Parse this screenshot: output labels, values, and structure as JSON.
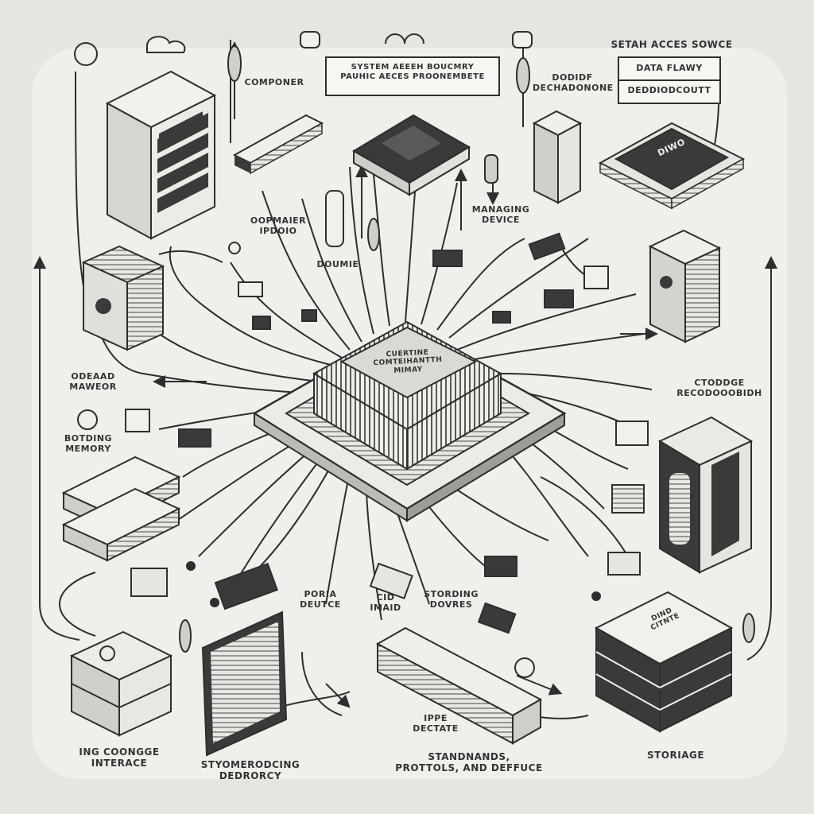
{
  "labels": {
    "top_banner": "SYSTEM AEEEH BOUCMRY\nPAUHIC AECES PROONEMBETE",
    "top_right_title": "SETAH ACCES SOWCE",
    "top_right_box1": "DATA FLAWY",
    "top_right_box2": "DEDDIODCOUTT",
    "top_left_component": "COMPONER",
    "top_center_right": "DODIDF\nDECHADONONE",
    "left_mid_small": "OOPMAIER\nIPDOIO",
    "left_center_small": "DOUMIE",
    "center_right": "MANAGING\nDEVICE",
    "left_side_top": "ODEAAD\nMAWEOR",
    "left_side_bottom": "BOTDING\nMEMORY",
    "right_side": "CTODDGE\nRECODOOOBIDH",
    "center_bottom_left": "PORIA\nDEUTCE",
    "center_bottom_mid": "STORDING\nDOVRES",
    "center_bottom_small": "CID\nIMAID",
    "bottom_center_ip": "IPPE\nDECTATE",
    "bottom_left": "ING COONGGE\nINTERACE",
    "bottom_left_center": "STYOMERODCING\nDEDRORCY",
    "bottom_center": "STANDNANDS,\nPROTTOLS, AND DEFFUCE",
    "bottom_right": "STORIAGE",
    "cpu_chip": "CUERTINE\nCOMTEIHANTTH\nMIMAY",
    "top_right_chip": "DIWO",
    "storage_stack": "DIND\nCITNTE"
  },
  "colors": {
    "background": "#e4e6e1",
    "line": "#2e2e2e",
    "device_fill": "#f1f1ec",
    "device_dark": "#3a3a3a",
    "chip_label": "#d9dad4"
  }
}
